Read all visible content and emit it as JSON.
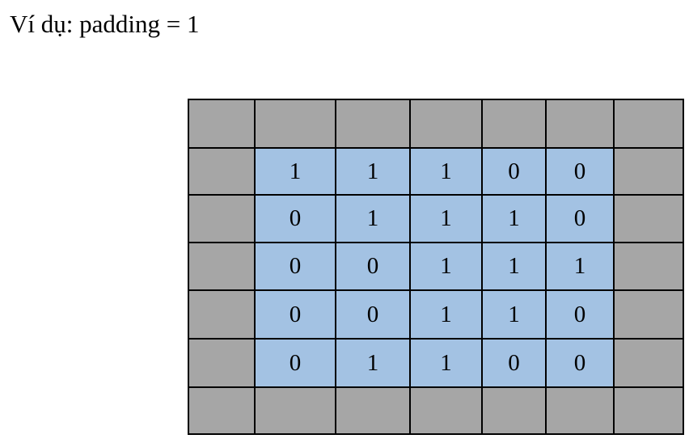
{
  "title": "Ví dụ: padding = 1",
  "padding": 1,
  "colors": {
    "padding_cell": "#a6a6a6",
    "input_cell": "#a3c2e3",
    "border": "#000000"
  },
  "matrix": [
    [
      "1",
      "1",
      "1",
      "0",
      "0"
    ],
    [
      "0",
      "1",
      "1",
      "1",
      "0"
    ],
    [
      "0",
      "0",
      "1",
      "1",
      "1"
    ],
    [
      "0",
      "0",
      "1",
      "1",
      "0"
    ],
    [
      "0",
      "1",
      "1",
      "0",
      "0"
    ]
  ]
}
